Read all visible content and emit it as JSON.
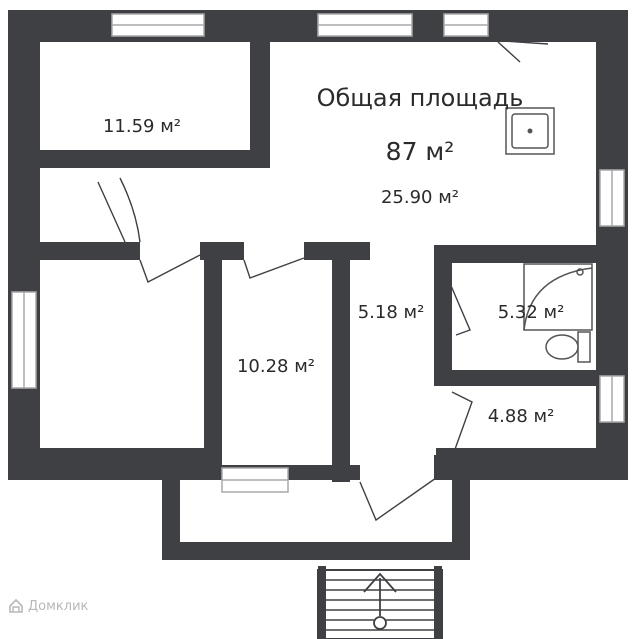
{
  "plan": {
    "total_area_label": "Общая площадь",
    "total_area_value": "87 м²",
    "rooms": [
      {
        "id": "room-bedroom-top-left",
        "area": "11.59 м²"
      },
      {
        "id": "room-living",
        "area": "25.90 м²"
      },
      {
        "id": "room-center",
        "area": "10.28 м²"
      },
      {
        "id": "room-hall",
        "area": "5.18 м²"
      },
      {
        "id": "room-bathroom",
        "area": "5.32 м²"
      },
      {
        "id": "room-right-small",
        "area": "4.88 м²"
      }
    ]
  },
  "watermark": {
    "text": "Домклик",
    "icon": "house-logo-icon"
  },
  "colors": {
    "wall": "#3f4043",
    "window_frame": "#a8a9ab",
    "background": "#ffffff"
  }
}
